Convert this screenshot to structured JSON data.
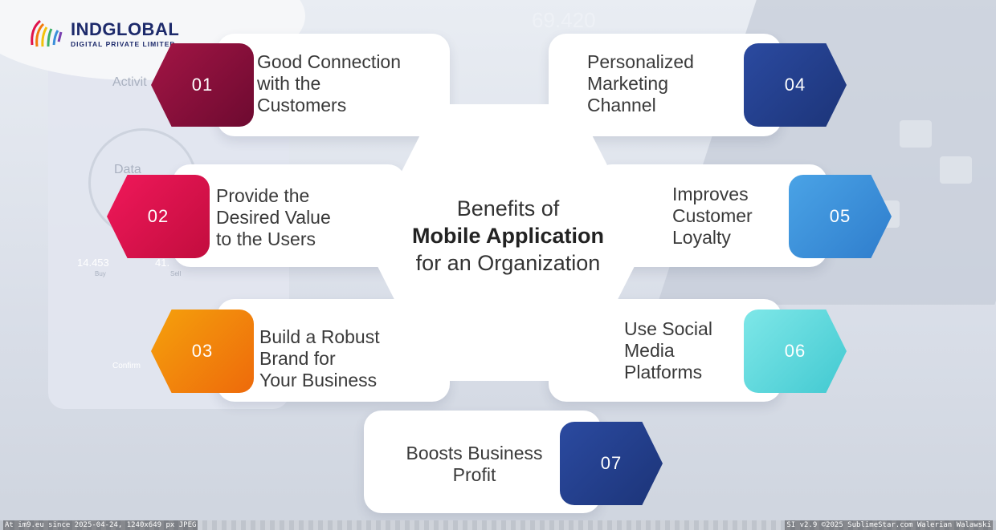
{
  "brand": {
    "name": "INDGLOBAL",
    "subtitle": "DIGITAL PRIVATE LIMITED"
  },
  "center": {
    "line1": "Benefits of",
    "line2": "Mobile Application",
    "line3": "for an Organization"
  },
  "background_text": {
    "price": "69.420",
    "activity": "Activit",
    "data": "Data",
    "stat1": "14.453",
    "stat1_sub": "Buy",
    "stat2": "41.",
    "stat2_sub": "Sell",
    "button": "Confirm"
  },
  "benefits": [
    {
      "number": "01",
      "lines": [
        "Good Connection",
        "with the",
        "Customers"
      ],
      "color": "#8a0f3c"
    },
    {
      "number": "02",
      "lines": [
        "Provide the",
        "Desired Value",
        "to the Users"
      ],
      "color": "#e0124a"
    },
    {
      "number": "03",
      "lines": [
        "Build a Robust",
        "Brand for",
        "Your Business"
      ],
      "color": "#f27a0c"
    },
    {
      "number": "04",
      "lines": [
        "Personalized",
        "Marketing",
        "Channel"
      ],
      "color": "#223f8f"
    },
    {
      "number": "05",
      "lines": [
        "Improves",
        "Customer",
        "Loyalty"
      ],
      "color": "#3b8fd9"
    },
    {
      "number": "06",
      "lines": [
        "Use Social",
        "Media",
        "Platforms"
      ],
      "color": "#5ed8de"
    },
    {
      "number": "07",
      "lines": [
        "Boosts Business",
        "Profit"
      ],
      "color": "#23408f"
    }
  ],
  "footer": {
    "left": "At im9.eu since 2025-04-24, 1240x649 px JPEG",
    "right": "SI v2.9 ©2025 SublimeStar.com Walerian Walawski"
  }
}
